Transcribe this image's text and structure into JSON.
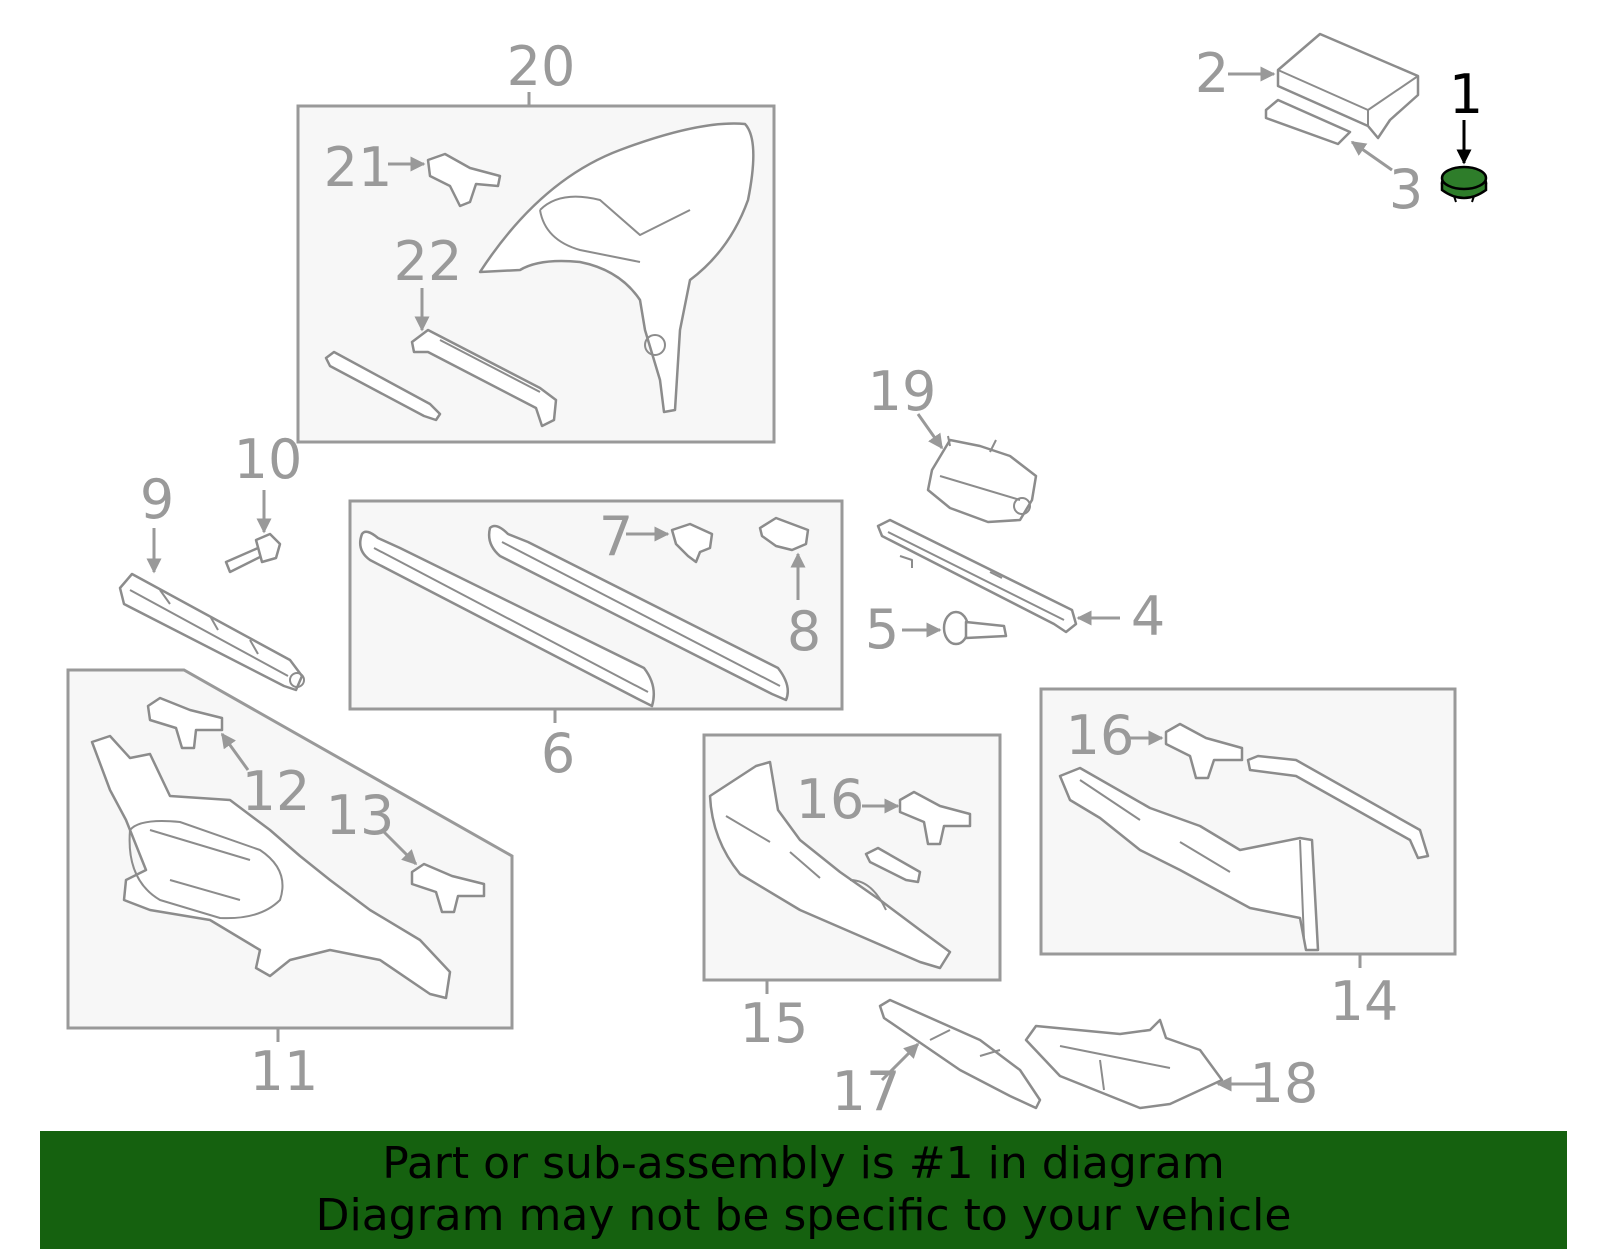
{
  "colors": {
    "banner_bg": "#15610f",
    "highlight_part": "#2e7d2a",
    "line_gray": "#8c8c8c",
    "box_fill": "#f7f7f7"
  },
  "callouts": {
    "n1": "1",
    "n2": "2",
    "n3": "3",
    "n4": "4",
    "n5": "5",
    "n6": "6",
    "n7": "7",
    "n8": "8",
    "n9": "9",
    "n10": "10",
    "n11": "11",
    "n12": "12",
    "n13": "13",
    "n14": "14",
    "n15": "15",
    "n16a": "16",
    "n16b": "16",
    "n17": "17",
    "n18": "18",
    "n19": "19",
    "n20": "20",
    "n21": "21",
    "n22": "22"
  },
  "highlighted_callout": "1",
  "banner": {
    "line1": "Part or sub-assembly is #1 in diagram",
    "line2": "Diagram may not be specific to your vehicle"
  }
}
